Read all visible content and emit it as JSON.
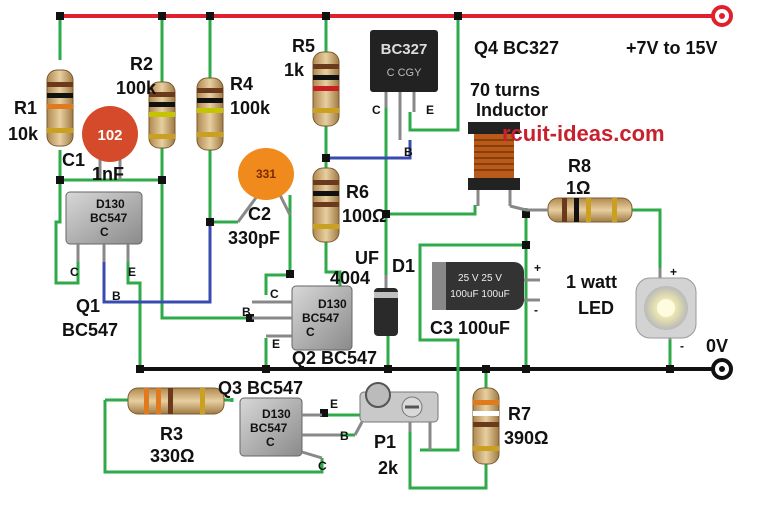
{
  "components": {
    "r1": {
      "name": "R1",
      "value": "10k"
    },
    "c1": {
      "name": "C1",
      "value": "1nF",
      "code": "102"
    },
    "r2": {
      "name": "R2",
      "value": "100k"
    },
    "r4": {
      "name": "R4",
      "value": "100k"
    },
    "c2": {
      "name": "C2",
      "value": "330pF",
      "code": "331"
    },
    "r5": {
      "name": "R5",
      "value": "1k"
    },
    "q4": {
      "name": "Q4 BC327",
      "marking": "BC327",
      "code": "C  CGY"
    },
    "inductor": {
      "line1": "70 turns",
      "line2": "Inductor"
    },
    "r8": {
      "name": "R8",
      "value": "1Ω"
    },
    "r6": {
      "name": "R6",
      "value": "100Ω"
    },
    "d1": {
      "name": "D1",
      "part_line1": "UF",
      "part_line2": "4004"
    },
    "c3": {
      "name": "C3 100uF",
      "body_text": "25 V  25 V\n100uF 100uF"
    },
    "led": {
      "line1": "1 watt",
      "line2": "LED"
    },
    "q1": {
      "name": "Q1",
      "part": "BC547"
    },
    "q2": {
      "name": "Q2 BC547"
    },
    "q3": {
      "name": "Q3 BC547"
    },
    "r3": {
      "name": "R3",
      "value": "330Ω"
    },
    "p1": {
      "name": "P1",
      "value": "2k"
    },
    "r7": {
      "name": "R7",
      "value": "390Ω"
    }
  },
  "transistor_body": {
    "code": "D130",
    "part": "BC547",
    "pin": "C"
  },
  "pins": {
    "c": "C",
    "b": "B",
    "e": "E",
    "plus": "+",
    "minus": "-"
  },
  "rails": {
    "supply": "+7V to 15V",
    "ground": "0V"
  },
  "watermark": "rcuit-ideas.com",
  "colors": {
    "supply_wire": "#e0202c",
    "wire": "#2eaa4a",
    "ground_wire": "#111111",
    "base_wire": "#3a4bb0",
    "ceramic_red": "#d44a2a",
    "ceramic_orange": "#f08a1c",
    "watermark": "#c8202c"
  }
}
